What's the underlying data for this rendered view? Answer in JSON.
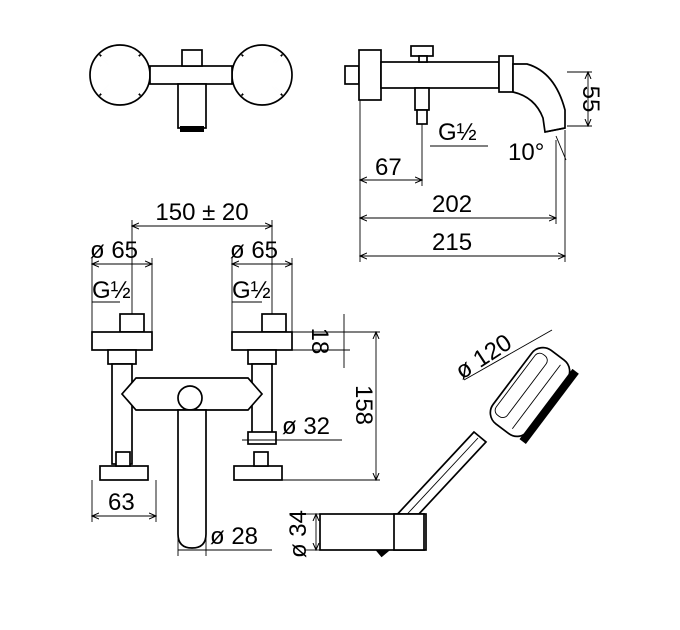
{
  "dimensions": {
    "side_67": "67",
    "side_g12": "G½",
    "side_10deg": "10°",
    "side_55": "55",
    "side_202": "202",
    "side_215": "215",
    "front_center": "150 ± 20",
    "front_d65_left": "ø 65",
    "front_d65_right": "ø 65",
    "front_g12_left": "G½",
    "front_g12_right": "G½",
    "front_18": "18",
    "front_158": "158",
    "front_d32": "ø 32",
    "front_63": "63",
    "front_d28": "ø 28",
    "shower_d120": "ø 120",
    "shower_d34": "ø 34"
  },
  "colors": {
    "line": "#000000",
    "background": "#ffffff"
  }
}
